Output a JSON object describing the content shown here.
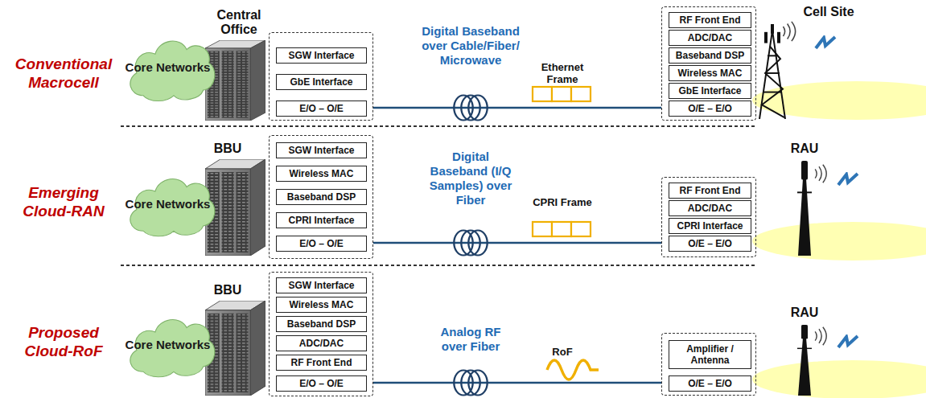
{
  "diagram": {
    "nodes": [
      {
        "text": [
          "Core Networks"
        ]
      },
      {
        "text": []
      },
      {
        "text": [
          "SGW Interface"
        ],
        "in": 1
      },
      {
        "text": [
          "GbE Interface"
        ],
        "in": 1
      },
      {
        "text": [
          "E/O – O/E"
        ],
        "in": 1
      },
      {
        "text": []
      },
      {
        "text": [
          "RF Front End"
        ],
        "in": 5
      },
      {
        "text": [
          "ADC/DAC"
        ],
        "in": 5
      },
      {
        "text": [
          "Baseband DSP"
        ],
        "in": 5
      },
      {
        "text": [
          "Wireless MAC"
        ],
        "in": 5
      },
      {
        "text": [
          "GbE Interface"
        ],
        "in": 5
      },
      {
        "text": [
          "O/E – E/O"
        ],
        "in": 5
      },
      {
        "text": [
          "Core Networks"
        ]
      },
      {
        "text": []
      },
      {
        "text": [
          "SGW Interface"
        ],
        "in": 13
      },
      {
        "text": [
          "Wireless MAC"
        ],
        "in": 13
      },
      {
        "text": [
          "Baseband DSP"
        ],
        "in": 13
      },
      {
        "text": [
          "CPRI Interface"
        ],
        "in": 13
      },
      {
        "text": [
          "E/O – O/E"
        ],
        "in": 13
      },
      {
        "text": []
      },
      {
        "text": [
          "RF Front End"
        ],
        "in": 19
      },
      {
        "text": [
          "ADC/DAC"
        ],
        "in": 19
      },
      {
        "text": [
          "CPRI Interface"
        ],
        "in": 19
      },
      {
        "text": [
          "O/E – E/O"
        ],
        "in": 19
      },
      {
        "text": [
          "Core Networks"
        ]
      },
      {
        "text": []
      },
      {
        "text": [
          "SGW Interface"
        ],
        "in": 25
      },
      {
        "text": [
          "Wireless MAC"
        ],
        "in": 25
      },
      {
        "text": [
          "Baseband DSP"
        ],
        "in": 25
      },
      {
        "text": [
          "ADC/DAC"
        ],
        "in": 25
      },
      {
        "text": [
          "RF Front End"
        ],
        "in": 25
      },
      {
        "text": [
          "E/O – O/E"
        ],
        "in": 25
      },
      {
        "text": []
      },
      {
        "text": [
          "Amplifier / Antenna"
        ],
        "in": 32
      },
      {
        "text": [
          "O/E – E/O"
        ],
        "in": 32
      }
    ],
    "edges": [
      {
        "from": 1,
        "to": 5,
        "arrow": "none",
        "label": "Digital Baseband over Cable/Fiber/ Microwave"
      },
      {
        "from": 13,
        "to": 19,
        "arrow": "none",
        "label": "Digital Baseband (I/Q Samples) over Fiber"
      },
      {
        "from": 25,
        "to": 32,
        "arrow": "none",
        "label": "Analog RF over Fiber"
      }
    ],
    "labels": [
      "Conventional Macrocell",
      "Central Office",
      "Ethernet Frame",
      "Cell Site",
      "Emerging Cloud-RAN",
      "BBU",
      "CPRI Frame",
      "RAU",
      "Proposed Cloud-RoF",
      "BBU",
      "RoF",
      "RAU"
    ]
  }
}
